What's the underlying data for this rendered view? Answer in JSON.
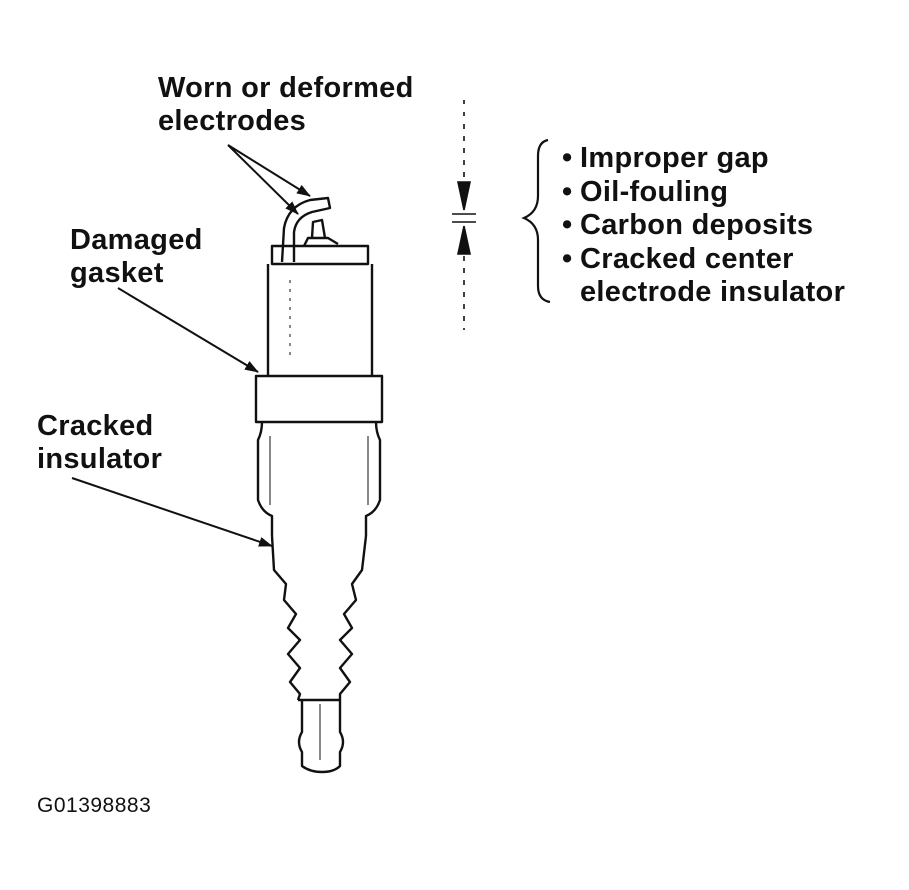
{
  "labels": {
    "worn_line1": "Worn or deformed",
    "worn_line2": "electrodes",
    "gasket_line1": "Damaged",
    "gasket_line2": "gasket",
    "insulator_line1": "Cracked",
    "insulator_line2": "insulator"
  },
  "conditions": {
    "bullet": "•",
    "items": [
      "Improper gap",
      "Oil-fouling",
      "Carbon deposits",
      "Cracked center"
    ],
    "continuation": "electrode insulator"
  },
  "figure_id": "G01398883",
  "colors": {
    "ink": "#111111",
    "background": "#ffffff"
  }
}
